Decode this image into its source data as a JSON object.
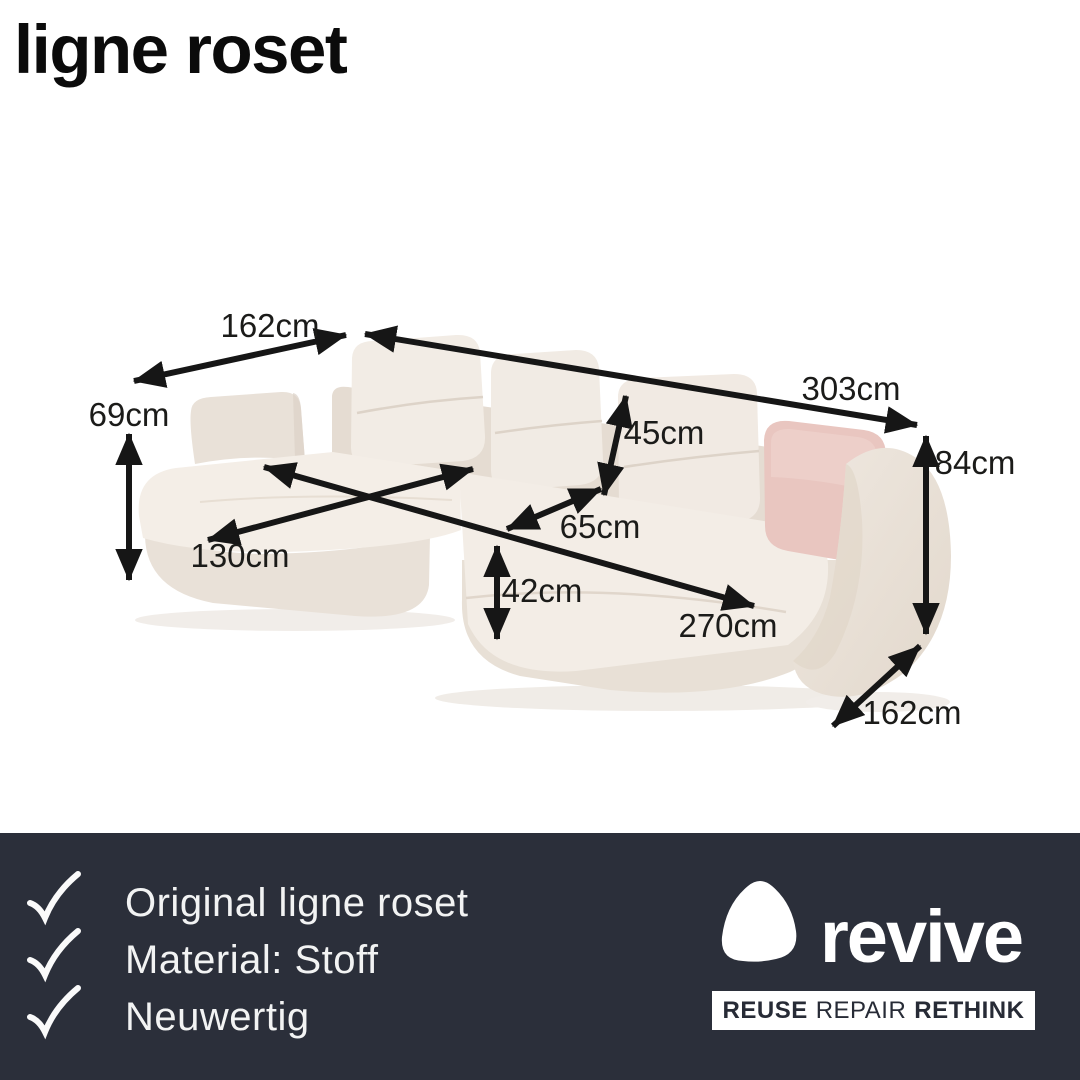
{
  "brand": {
    "logo_text": "ligne roset"
  },
  "dimensions": {
    "chaise_depth": "162cm",
    "total_width": "303cm",
    "armrest_height": "69cm",
    "cushion_height": "45cm",
    "total_height": "84cm",
    "chaise_seat_width": "130cm",
    "seat_depth": "65cm",
    "seat_height": "42cm",
    "seat_width": "270cm",
    "total_depth": "162cm"
  },
  "features": [
    {
      "label": "Original ligne roset"
    },
    {
      "label": "Material: Stoff"
    },
    {
      "label": "Neuwertig"
    }
  ],
  "footer": {
    "logo_text": "revive",
    "tagline": {
      "part1": "REUSE",
      "part2": "REPAIR",
      "part3": "RETHINK"
    }
  },
  "colors": {
    "bar_background": "#2b2f3a",
    "arrow_black": "#161616",
    "sofa_cream": "#f2ece5",
    "sofa_base": "#e9e1d8",
    "pillow_pink": "#e9c6c0",
    "text_light": "#f2f3f3"
  }
}
